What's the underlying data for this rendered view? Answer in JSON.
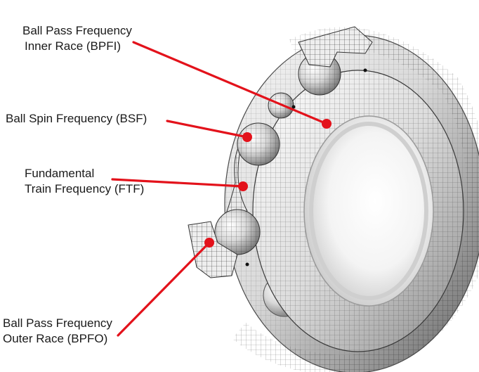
{
  "labels": {
    "bpfi": {
      "line1": "Ball Pass Frequency",
      "line2": "Inner Race (BPFI)"
    },
    "bsf": {
      "line1": "Ball Spin Frequency (BSF)"
    },
    "ftf": {
      "line1": "Fundamental",
      "line2": "Train Frequency (FTF)"
    },
    "bpfo": {
      "line1": "Ball Pass Frequency",
      "line2": "Outer Race (BPFO)"
    }
  },
  "colors": {
    "leader": "#e3121b",
    "text": "#1a1a1a",
    "mesh": "#2b2b2b",
    "metal_light": "#f2f2f2",
    "metal_dark": "#8a8a8a"
  }
}
